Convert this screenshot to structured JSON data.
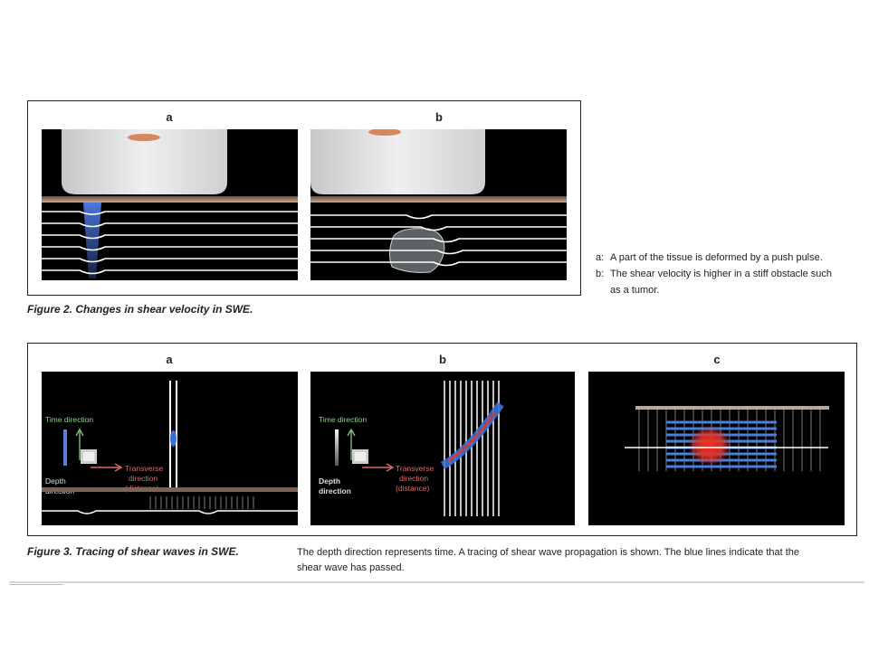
{
  "figure2": {
    "panel_a_label": "a",
    "panel_b_label": "b",
    "caption": "Figure 2.  Changes in shear velocity in SWE.",
    "legend": [
      {
        "key": "a:",
        "text": "A part of the tissue is deformed by a push pulse."
      },
      {
        "key": "b:",
        "text": "The shear velocity is higher in a stiff obstacle such"
      },
      {
        "key": "",
        "text": "as a tumor."
      }
    ]
  },
  "figure3": {
    "panel_a_label": "a",
    "panel_b_label": "b",
    "panel_c_label": "c",
    "caption": "Figure 3.  Tracing of shear waves in SWE.",
    "description_line1": "The depth direction represents time. A tracing of shear wave propagation is shown. The blue lines indicate that the",
    "description_line2": "shear wave has passed.",
    "axis_labels": {
      "time": "Time direction",
      "transverse_1": "Transverse",
      "transverse_2": "direction",
      "transverse_3": "(distance)",
      "depth_1": "Depth",
      "depth_2": "direction"
    }
  },
  "colors": {
    "background": "#000000",
    "wave_blue": "#3b6fd6",
    "wave_red": "#d23a3a",
    "tumor_red": "#e0342a",
    "frame": "#222222"
  }
}
